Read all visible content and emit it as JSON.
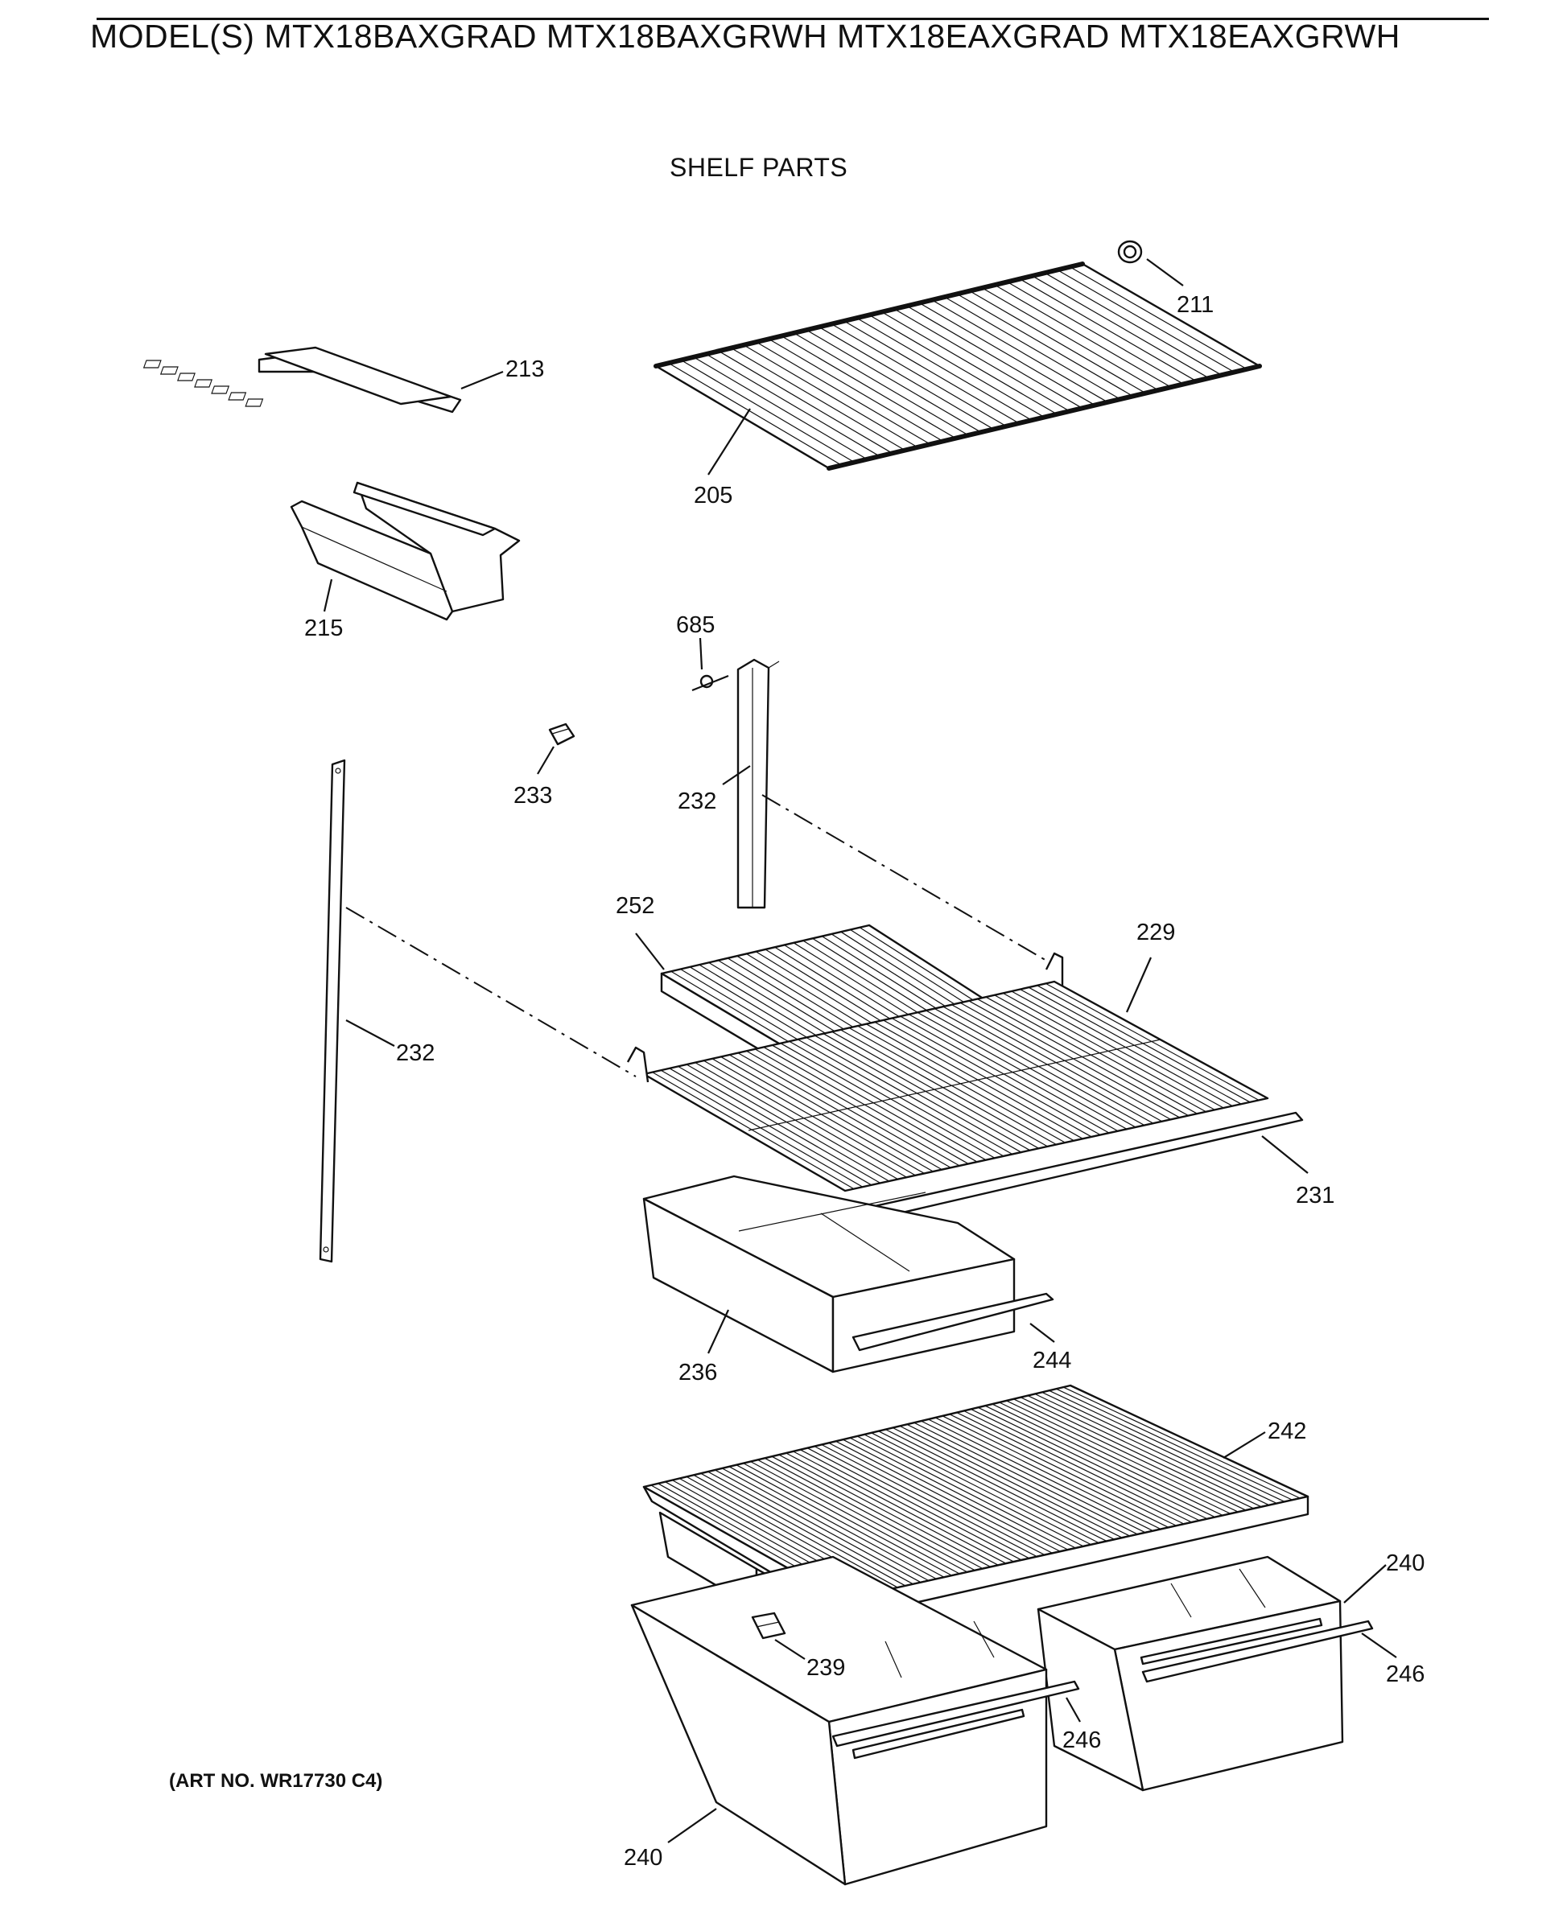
{
  "header": {
    "model_title": "MODEL(S) MTX18BAXGRAD  MTX18BAXGRWH  MTX18EAXGRAD  MTX18EAXGRWH",
    "section_title": "SHELF PARTS"
  },
  "footer": {
    "art_number": "(ART NO. WR17730 C4)"
  },
  "callouts": {
    "c211": "211",
    "c213": "213",
    "c205": "205",
    "c215": "215",
    "c685": "685",
    "c233": "233",
    "c232_center": "232",
    "c232_left": "232",
    "c252": "252",
    "c229": "229",
    "c231": "231",
    "c236": "236",
    "c244": "244",
    "c242": "242",
    "c240_right": "240",
    "c246_right": "246",
    "c239": "239",
    "c246_center": "246",
    "c240_bottom": "240"
  }
}
